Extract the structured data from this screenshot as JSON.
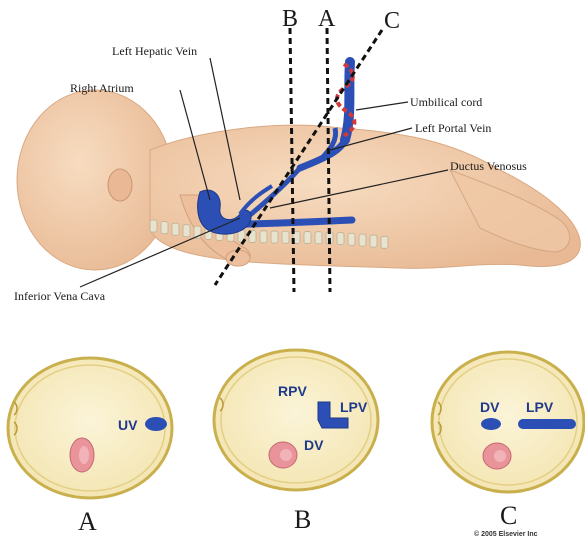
{
  "labels": {
    "left_hepatic_vein": "Left Hepatic Vein",
    "right_atrium": "Right Atrium",
    "umbilical_cord": "Umbilical cord",
    "left_portal_vein": "Left Portal Vein",
    "ductus_venosus": "Ductus Venosus",
    "inferior_vena_cava": "Inferior Vena Cava"
  },
  "planes": {
    "a": "A",
    "b": "B",
    "c": "C"
  },
  "sections": {
    "a": {
      "caption": "A",
      "uv": "UV"
    },
    "b": {
      "caption": "B",
      "rpv": "RPV",
      "lpv": "LPV",
      "dv": "DV"
    },
    "c": {
      "caption": "C",
      "dv": "DV",
      "lpv": "LPV"
    }
  },
  "copyright": "© 2005 Elsevier Inc",
  "colors": {
    "skin": "#f2cfae",
    "skin_dark": "#e3b38f",
    "vessel": "#2b4fb5",
    "artery": "#d23a3a",
    "section_fill": "#f9efc9",
    "section_rim": "#c9b04d",
    "spine_pink": "#e8949a"
  }
}
